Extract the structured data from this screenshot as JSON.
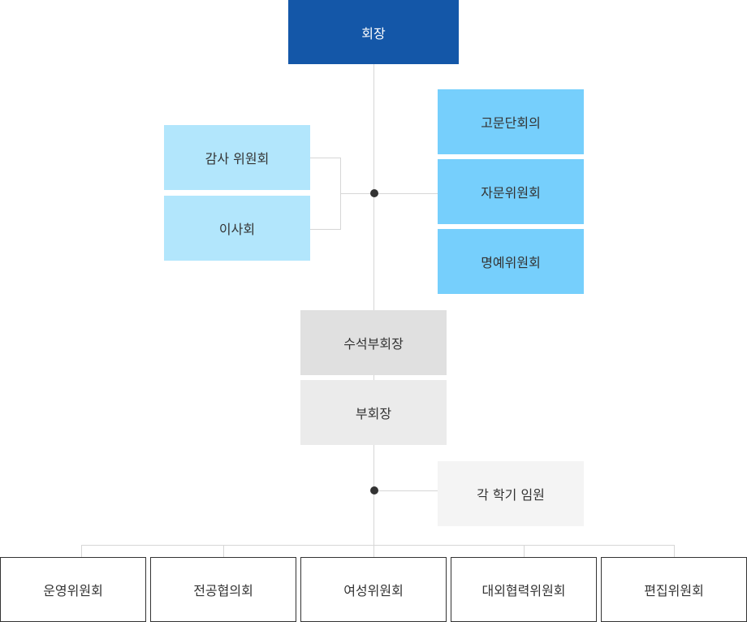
{
  "chart": {
    "chairman": "회장",
    "left_group": [
      "감사 위원회",
      "이사회"
    ],
    "right_group": [
      "고문단회의",
      "자문위원회",
      "명예위원회"
    ],
    "senior_vice": "수석부회장",
    "vice": "부회장",
    "side_executives": "각 학기 임원",
    "committees": [
      "운영위원회",
      "전공협의회",
      "여성위원회",
      "대외협력위원회",
      "편집위원회"
    ]
  }
}
